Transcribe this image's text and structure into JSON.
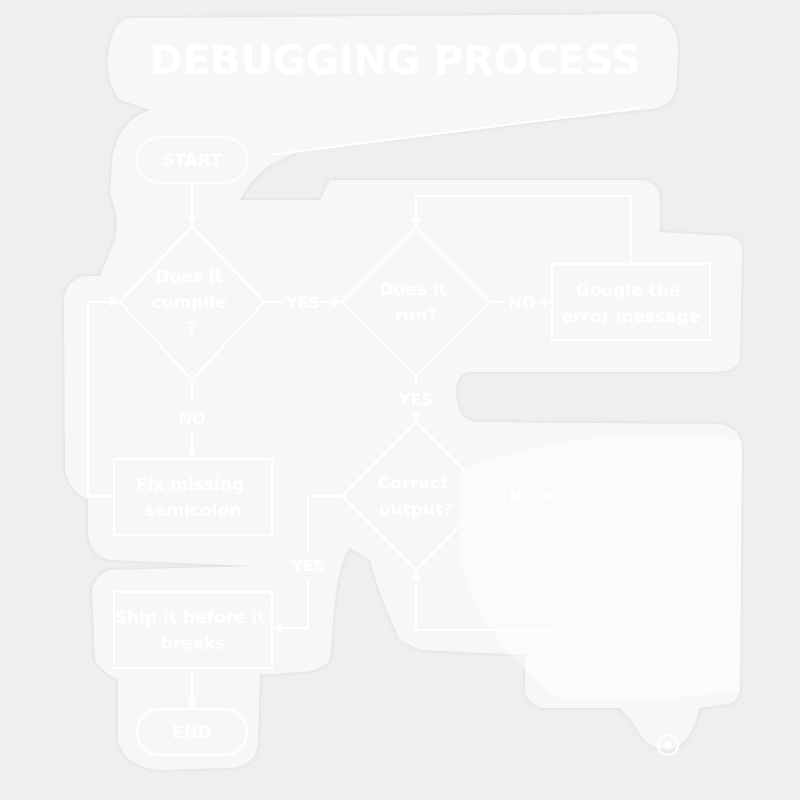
{
  "title": "DEBUGGING PROCESS",
  "nodes": {
    "start": {
      "lines": [
        "START"
      ]
    },
    "compile": {
      "lines": [
        "Does it",
        "compile",
        "?"
      ]
    },
    "run": {
      "lines": [
        "Does it",
        "run?"
      ]
    },
    "google": {
      "lines": [
        "Google the",
        "error message"
      ]
    },
    "fix": {
      "lines": [
        "Fix missing",
        "semicolon"
      ]
    },
    "output": {
      "lines": [
        "Correct",
        "output?"
      ]
    },
    "add": {
      "lines": [
        "Add more",
        "console.log"
      ]
    },
    "stare": {
      "lines": [
        "Stare at",
        "console in",
        "dispair"
      ]
    },
    "ship": {
      "lines": [
        "Ship it before it",
        "breaks"
      ]
    },
    "end": {
      "lines": [
        "END"
      ]
    }
  },
  "edge_labels": {
    "compile_yes": "YES",
    "compile_no": "NO",
    "run_no": "NO",
    "run_yes": "YES",
    "output_no": "NO",
    "output_yes": "YES"
  },
  "colors": {
    "background": "#efefef",
    "sticker": "#f7f7f7",
    "foreground": "#ffffff"
  }
}
